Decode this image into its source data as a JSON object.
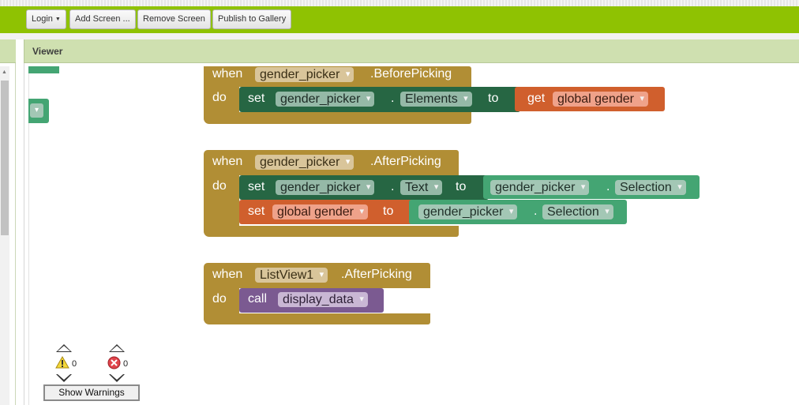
{
  "toolbar": {
    "login_label": "Login",
    "add_screen_label": "Add Screen ...",
    "remove_screen_label": "Remove Screen",
    "publish_label": "Publish to Gallery"
  },
  "viewer": {
    "title": "Viewer"
  },
  "blocks": {
    "before_picking": {
      "when": "when",
      "component": "gender_picker",
      "event": ".BeforePicking",
      "do": "do",
      "set": "set",
      "target_component": "gender_picker",
      "dot": ".",
      "property": "Elements",
      "to": "to",
      "get": "get",
      "variable": "global gender"
    },
    "after_picking": {
      "when": "when",
      "component": "gender_picker",
      "event": ".AfterPicking",
      "do": "do",
      "set1": "set",
      "set1_component": "gender_picker",
      "set1_dot": ".",
      "set1_property": "Text",
      "set1_to": "to",
      "set1_value_component": "gender_picker",
      "set1_value_dot": ".",
      "set1_value_property": "Selection",
      "set2": "set",
      "set2_variable": "global gender",
      "set2_to": "to",
      "set2_value_component": "gender_picker",
      "set2_value_dot": ".",
      "set2_value_property": "Selection"
    },
    "listview_after_picking": {
      "when": "when",
      "component": "ListView1",
      "event": ".AfterPicking",
      "do": "do",
      "call": "call",
      "procedure": "display_data"
    }
  },
  "warnings": {
    "warning_count": "0",
    "error_count": "0",
    "show_warnings_label": "Show Warnings"
  },
  "colors": {
    "toolbar": "#8fc202",
    "event_block": "#b18e35",
    "setter_block": "#266643",
    "getter_block": "#44a573",
    "variable_block": "#d05f2d",
    "procedure_block": "#7b5a91"
  }
}
